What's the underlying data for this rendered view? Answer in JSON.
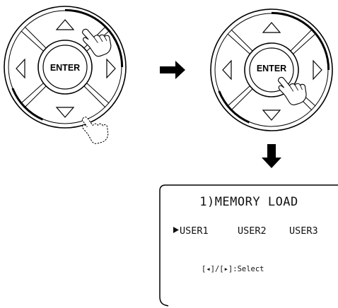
{
  "left_pad": {
    "enter_label": "ENTER",
    "arrow_icons": [
      "up-triangle-icon",
      "down-triangle-icon",
      "left-triangle-icon",
      "right-triangle-icon"
    ],
    "hand_icons": [
      "pressing-hand-icon",
      "dashed-hand-icon"
    ]
  },
  "right_pad": {
    "enter_label": "ENTER",
    "arrow_icons": [
      "up-triangle-icon",
      "down-triangle-icon",
      "left-triangle-icon",
      "right-triangle-icon"
    ],
    "hand_icons": [
      "pressing-hand-icon"
    ]
  },
  "flow_arrows": [
    "right-arrow-icon",
    "down-arrow-icon"
  ],
  "display": {
    "title": "1)MEMORY LOAD",
    "cursor_icon": "triangle-cursor-icon",
    "options": [
      "USER1",
      "USER2",
      "USER3"
    ],
    "hint": "[◂]/[▸]:Select"
  },
  "colors": {
    "line": "#000000",
    "background": "#ffffff"
  }
}
